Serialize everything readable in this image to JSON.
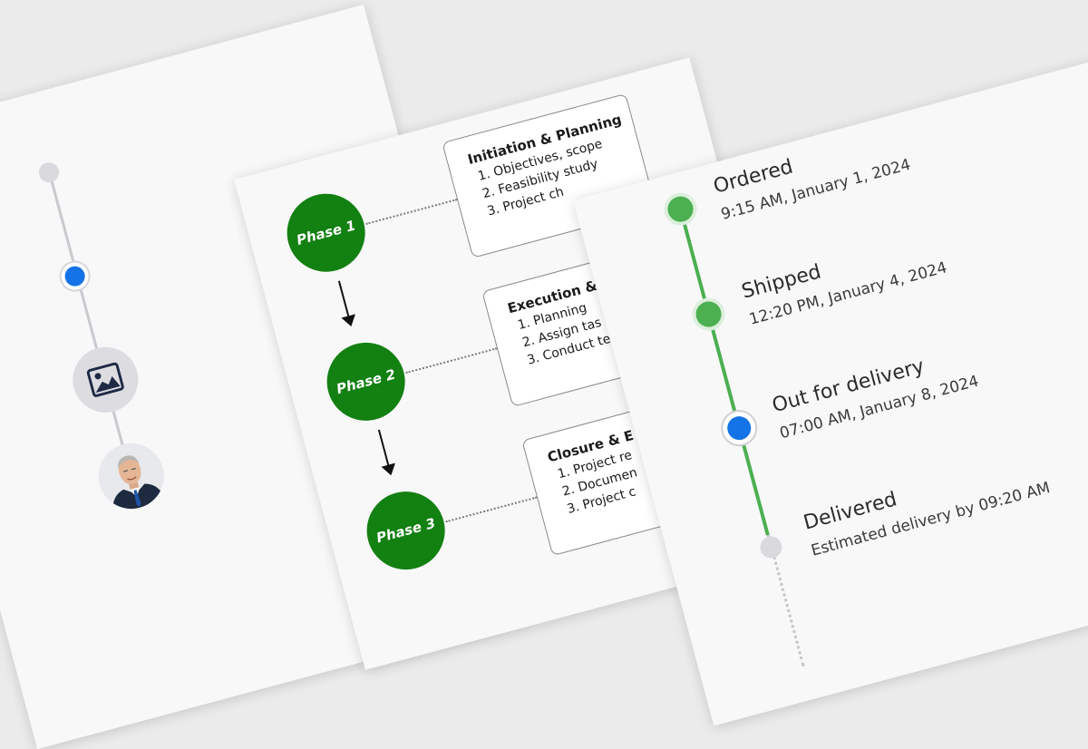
{
  "diagram": {
    "phases": [
      {
        "label": "Phase 1",
        "box_title": "Initiation & Planning",
        "items": [
          "1. Objectives, scope",
          "2. Feasibility study",
          "3. Project ch"
        ]
      },
      {
        "label": "Phase 2",
        "box_title": "Execution & I",
        "items": [
          "1. Planning",
          "2. Assign tas",
          "3. Conduct te"
        ]
      },
      {
        "label": "Phase 3",
        "box_title": "Closure & E",
        "items": [
          "1. Project re",
          "2. Documen",
          "3. Project c"
        ]
      }
    ]
  },
  "tracking": {
    "steps": [
      {
        "title": "Ordered",
        "subtitle": "9:15 AM, January 1, 2024",
        "state": "completed"
      },
      {
        "title": "Shipped",
        "subtitle": "12:20 PM, January 4, 2024",
        "state": "completed"
      },
      {
        "title": "Out for delivery",
        "subtitle": "07:00 AM, January 8, 2024",
        "state": "current"
      },
      {
        "title": "Delivered",
        "subtitle": "Estimated delivery by 09:20 AM",
        "state": "pending"
      }
    ]
  },
  "colors": {
    "phase_green": "#138012",
    "done_green": "#4caf50",
    "current_blue": "#1473e6",
    "pending_grey": "#d9d9de"
  },
  "icons": [
    "image-icon",
    "avatar",
    "arrow-down-icon"
  ]
}
